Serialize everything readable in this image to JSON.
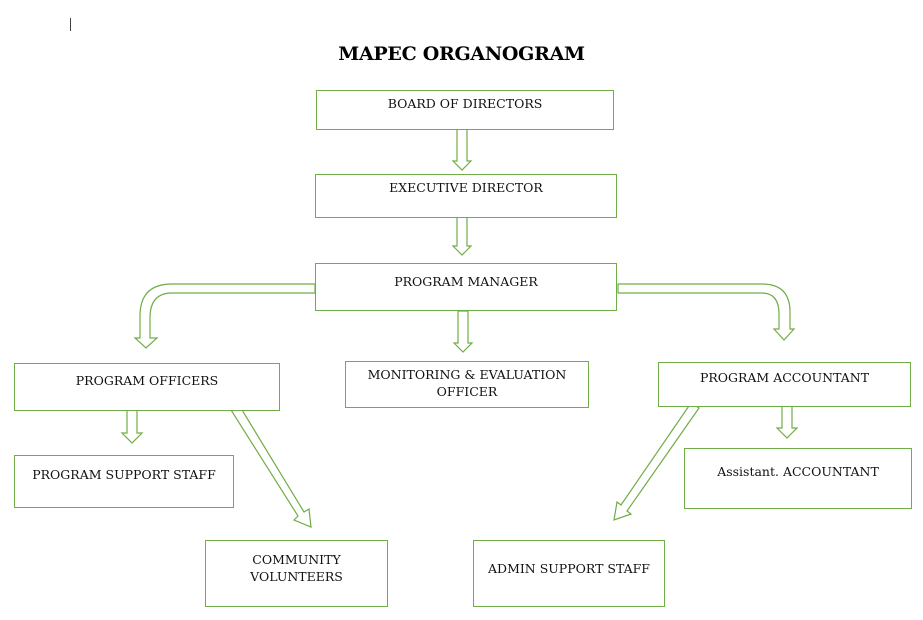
{
  "document": {
    "title": "MAPEC ORGANOGRAM",
    "accent_color": "#70ad47"
  },
  "nodes": {
    "board": {
      "label": "BOARD OF DIRECTORS"
    },
    "executive": {
      "label": "EXECUTIVE DIRECTOR"
    },
    "manager": {
      "label": "PROGRAM MANAGER"
    },
    "officers": {
      "label": "PROGRAM OFFICERS"
    },
    "me_officer": {
      "label": "MONITORING & EVALUATION OFFICER"
    },
    "accountant": {
      "label": "PROGRAM ACCOUNTANT"
    },
    "support_staff": {
      "label": "PROGRAM SUPPORT STAFF"
    },
    "assistant_accountant": {
      "label": "Assistant. ACCOUNTANT"
    },
    "volunteers": {
      "label": "COMMUNITY VOLUNTEERS"
    },
    "admin_staff": {
      "label": "ADMIN SUPPORT STAFF"
    }
  },
  "edges": [
    {
      "from": "board",
      "to": "executive"
    },
    {
      "from": "executive",
      "to": "manager"
    },
    {
      "from": "manager",
      "to": "officers"
    },
    {
      "from": "manager",
      "to": "me_officer"
    },
    {
      "from": "manager",
      "to": "accountant"
    },
    {
      "from": "officers",
      "to": "support_staff"
    },
    {
      "from": "officers",
      "to": "volunteers"
    },
    {
      "from": "accountant",
      "to": "assistant_accountant"
    },
    {
      "from": "accountant",
      "to": "admin_staff"
    }
  ]
}
